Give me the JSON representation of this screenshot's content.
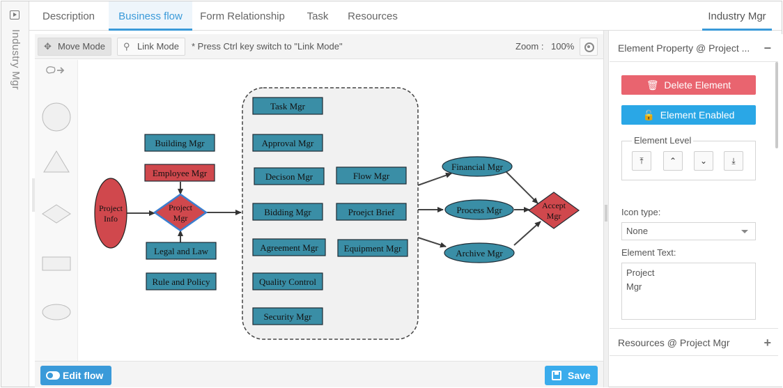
{
  "sidebar": {
    "title": "Industry Mgr"
  },
  "tabs": [
    {
      "label": "Description"
    },
    {
      "label": "Business flow"
    },
    {
      "label": "Form Relationship"
    },
    {
      "label": "Task"
    },
    {
      "label": "Resources"
    }
  ],
  "right_tab": {
    "label": "Industry Mgr"
  },
  "toolbar": {
    "move_mode": "Move Mode",
    "link_mode": "Link Mode",
    "hint": "* Press Ctrl key switch to \"Link Mode\"",
    "zoom_label": "Zoom :",
    "zoom_value": "100%"
  },
  "palette": {
    "items": [
      "circle-shape-icon",
      "triangle-shape-icon",
      "diamond-shape-icon",
      "rectangle-shape-icon",
      "ellipse-shape-icon"
    ]
  },
  "diagram": {
    "nodes": {
      "project_info": "Project\nInfo",
      "project_mgr": "Project\nMgr",
      "building_mgr": "Building Mgr",
      "employee_mgr": "Employee Mgr",
      "legal_law": "Legal and Law",
      "rule_policy": "Rule and Policy",
      "task_mgr": "Task Mgr",
      "approval_mgr": "Approval Mgr",
      "decison_mgr": "Decison Mgr",
      "flow_mgr": "Flow Mgr",
      "bidding_mgr": "Bidding Mgr",
      "proejct_brief": "Proejct Brief",
      "agreement_mgr": "Agreement Mgr",
      "equipment_mgr": "Equipment Mgr",
      "quality_control": "Quality Control",
      "security_mgr": "Security Mgr",
      "financial_mgr": "Financial Mgr",
      "process_mgr": "Process Mgr",
      "archive_mgr": "Archive Mgr",
      "accept_mgr": "Accept\nMgr"
    },
    "colors": {
      "teal": "#3a8ea6",
      "red": "#d0484d",
      "border": "#1f2a33"
    }
  },
  "bottom": {
    "edit_flow": "Edit flow",
    "save": "Save"
  },
  "panel": {
    "property_title": "Element Property @ Project ...",
    "delete_label": "Delete Element",
    "enabled_label": "Element Enabled",
    "level_legend": "Element Level",
    "level_buttons": [
      "bring-to-top-icon",
      "move-up-icon",
      "move-down-icon",
      "send-to-bottom-icon"
    ],
    "icon_type_label": "Icon type:",
    "icon_type_value": "None",
    "element_text_label": "Element Text:",
    "element_text_value": "Project\nMgr",
    "resources_title": "Resources @ Project Mgr"
  }
}
